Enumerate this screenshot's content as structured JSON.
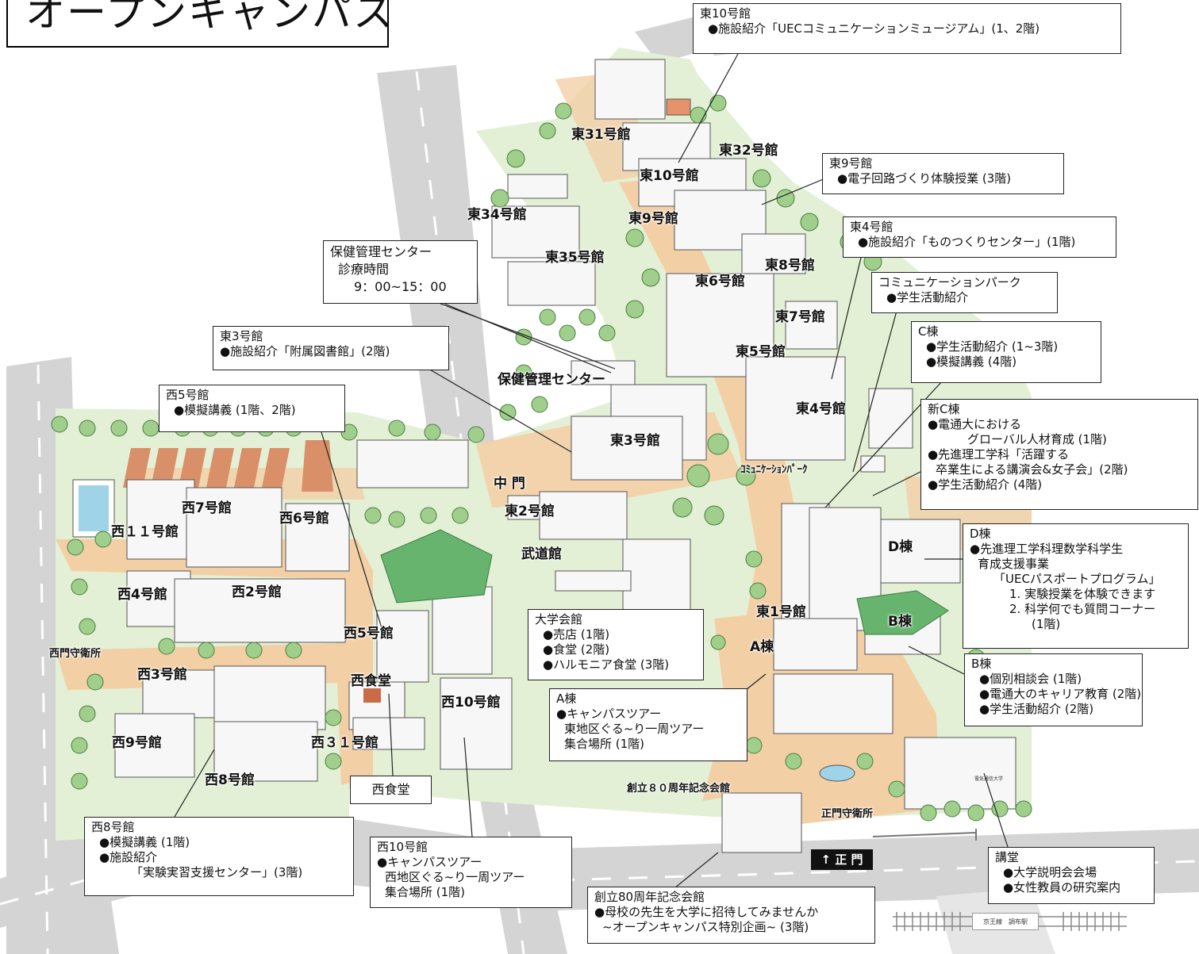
{
  "title": "オープンキャンパス公開マップ",
  "colors": {
    "road": "#d4d4d4",
    "path": "#f3cfa6",
    "grass": "#dfeecf",
    "building": "#f7f7f7",
    "tree": "#9fcf8a",
    "roof_green": "#67b46f",
    "roof_brick": "#d98f67"
  },
  "building_labels": {
    "e31": "東31号館",
    "e32": "東32号館",
    "e10": "東10号館",
    "e9": "東9号館",
    "e34": "東34号館",
    "e35": "東35号館",
    "e8": "東8号館",
    "e6": "東6号館",
    "e7": "東7号館",
    "e5": "東5号館",
    "health": "保健管理センター",
    "e4": "東4号館",
    "e3": "東3号館",
    "commpark": "ｺﾐｭﾆｹｰｼｮﾝﾊﾟｰｸ",
    "nakamon": "中 門",
    "e2": "東2号館",
    "w7": "西7号館",
    "w6": "西6号館",
    "w11": "西１１号館",
    "budo": "武道館",
    "dbldg": "D棟",
    "w4": "西4号館",
    "w2": "西2号館",
    "e1": "東1号館",
    "bbldg": "B棟",
    "abldg": "A棟",
    "w5": "西5号館",
    "westgate": "西門守衛所",
    "w3": "西3号館",
    "wcafe": "西食堂",
    "w10": "西10号館",
    "w9": "西9号館",
    "w31": "西３１号館",
    "w8": "西8号館",
    "hall80": "創立８０周年記念会館",
    "maingate": "正門守衛所"
  },
  "small_labels": {
    "uec_sign": "電気通信大学"
  },
  "gate_label": "↑ 正 門",
  "station_label": "京王線　調布駅",
  "callouts": {
    "e10": {
      "lines": [
        "東10号館",
        "●施設紹介「UECコミュニケーションミュージアム」(1、2階)"
      ]
    },
    "e9": {
      "lines": [
        "東9号館",
        "●電子回路づくり体験授業 (3階)"
      ]
    },
    "e4": {
      "lines": [
        "東4号館",
        "●施設紹介「ものつくりセンター」(1階)"
      ]
    },
    "commpark": {
      "lines": [
        "コミュニケーションパーク",
        "●学生活動紹介"
      ]
    },
    "health": {
      "lines": [
        "保健管理センター",
        "診療時間",
        "9：00~15：00"
      ]
    },
    "c": {
      "lines": [
        "C棟",
        "●学生活動紹介 (1~3階)",
        "●模擬講義 (4階)"
      ]
    },
    "e3": {
      "lines": [
        "東3号館",
        "●施設紹介「附属図書館」(2階)"
      ]
    },
    "w5": {
      "lines": [
        "西5号館",
        "●模擬講義 (1階、2階)"
      ]
    },
    "newc": {
      "lines": [
        "新C棟",
        "●電通大における",
        "グローバル人材育成 (1階)",
        "●先進理工学科「活躍する",
        "卒業生による講演会&女子会」(2階)",
        "●学生活動紹介 (4階)"
      ]
    },
    "d": {
      "lines": [
        "D棟",
        "●先進理工学科理数学科学生",
        "育成支援事業",
        "「UECパスポートプログラム」",
        "1. 実験授業を体験できます",
        "2. 科学何でも質問コーナー",
        "(1階)"
      ]
    },
    "union": {
      "lines": [
        "大学会館",
        "●売店 (1階)",
        "●食堂 (2階)",
        "●ハルモニア食堂 (3階)"
      ]
    },
    "b": {
      "lines": [
        "B棟",
        "●個別相談会 (1階)",
        "●電通大のキャリア教育 (2階)",
        "●学生活動紹介 (2階)"
      ]
    },
    "a": {
      "lines": [
        "A棟",
        "●キャンパスツアー",
        "東地区ぐる~り一周ツアー",
        "集合場所 (1階)"
      ]
    },
    "wcafe": {
      "lines": [
        "西食堂"
      ]
    },
    "w8": {
      "lines": [
        "西8号館",
        "●模擬講義 (1階)",
        "●施設紹介",
        "「実験実習支援センター」(3階)"
      ]
    },
    "w10": {
      "lines": [
        "西10号館",
        "●キャンパスツアー",
        "西地区ぐる~り一周ツアー",
        "集合場所 (1階)"
      ]
    },
    "auditorium": {
      "lines": [
        "講堂",
        "●大学説明会会場",
        "●女性教員の研究案内"
      ]
    },
    "hall80": {
      "lines": [
        "創立80周年記念会館",
        "●母校の先生を大学に招待してみませんか",
        "~オープンキャンパス特別企画~ (3階)"
      ]
    }
  }
}
